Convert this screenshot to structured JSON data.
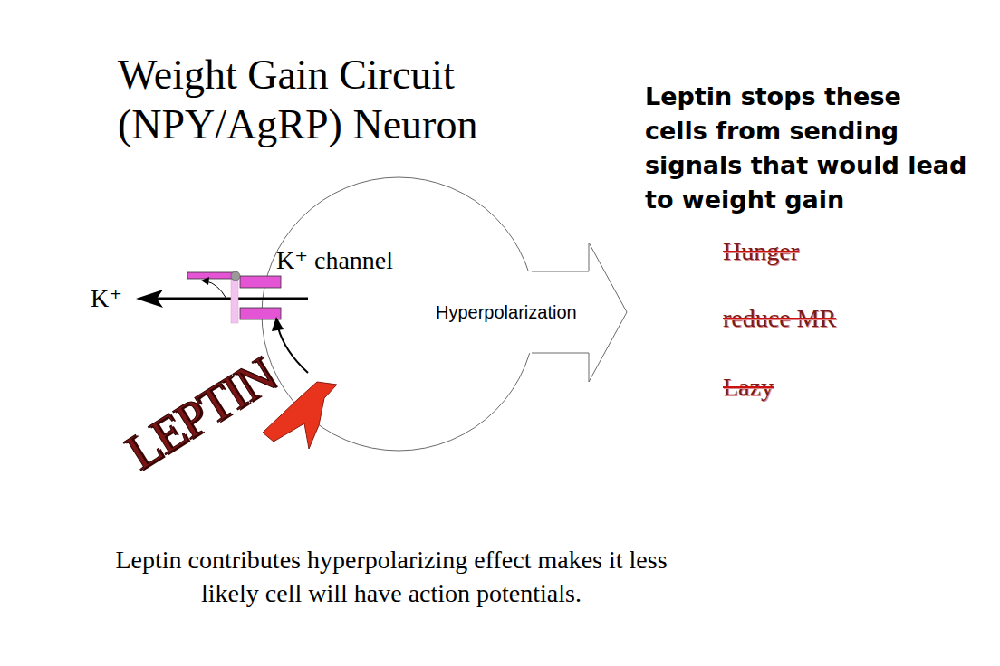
{
  "diagram": {
    "title": "Weight Gain Circuit (NPY/AgRP) Neuron",
    "caption": "Leptin contributes hyperpolarizing effect makes it less likely cell will have action potentials.",
    "nodes": [
      {
        "text": [
          "K⁺ channel"
        ]
      },
      {
        "text": [
          "Hyperpolarization"
        ]
      }
    ],
    "labels": [
      "Leptin stops these cells from sending signals that would lead to weight gain",
      "Hunger",
      "reduce MR",
      "Lazy",
      "K⁺",
      "LEPTIN"
    ]
  }
}
